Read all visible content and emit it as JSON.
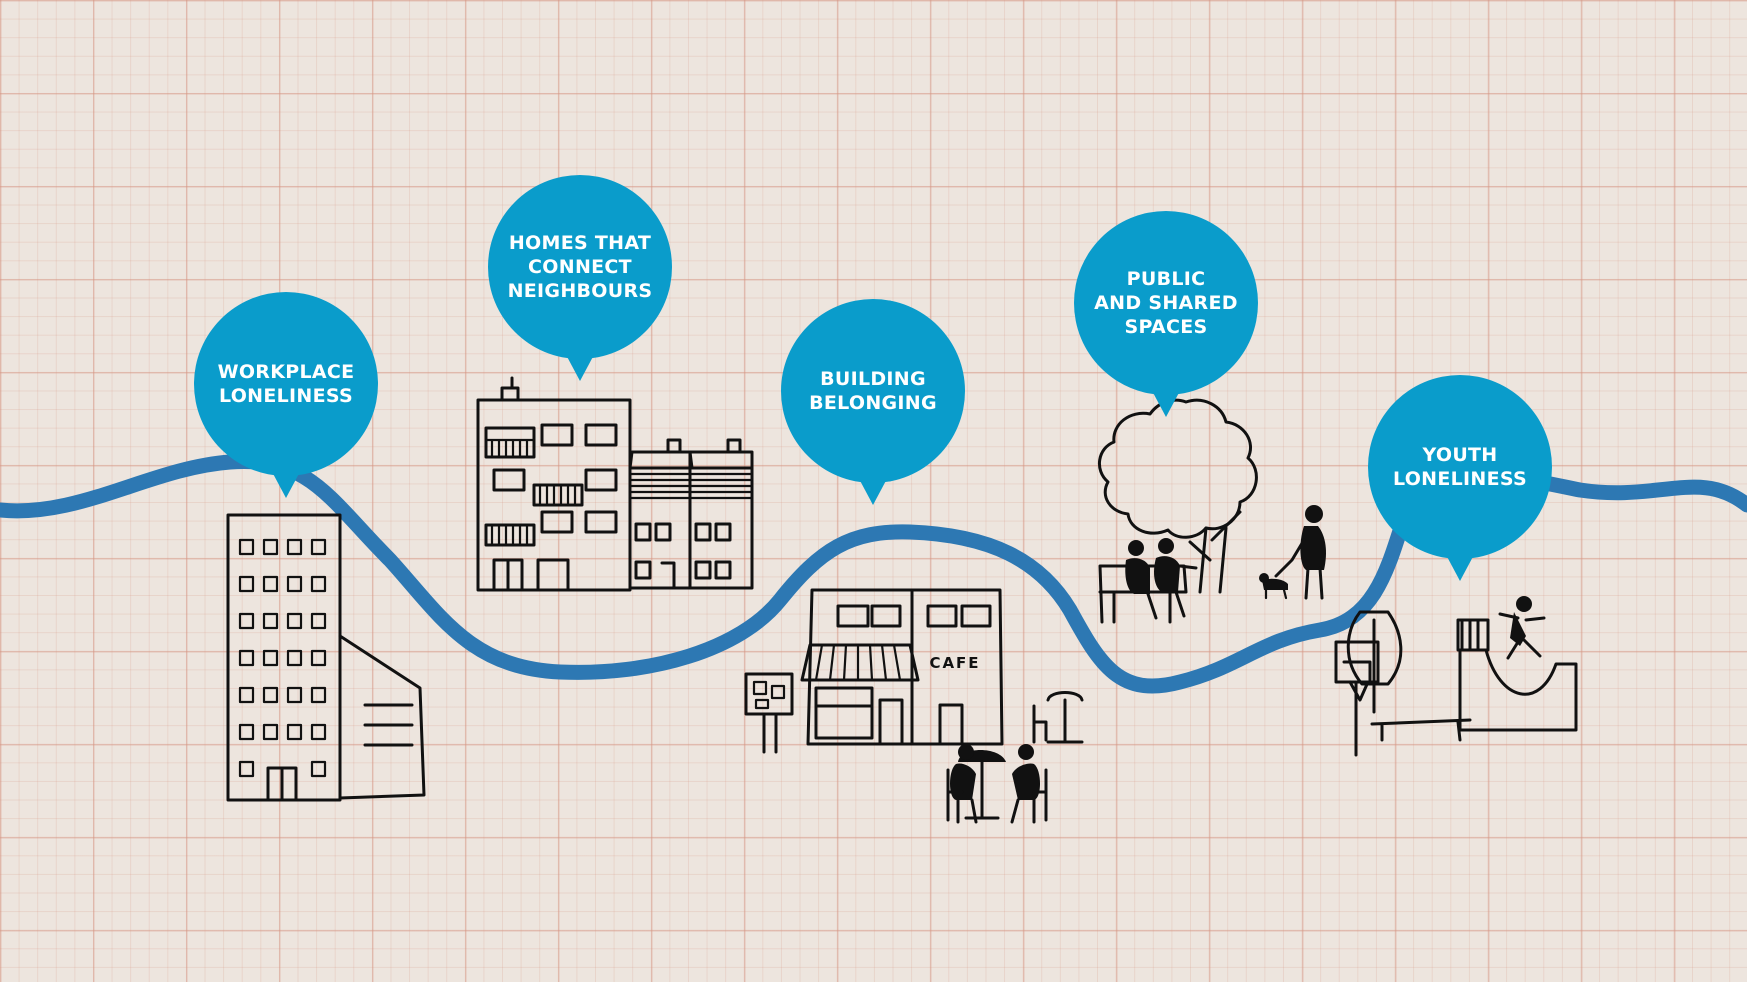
{
  "bubbles": [
    {
      "id": "workplace",
      "lines": [
        "WORKPLACE",
        "LONELINESS"
      ]
    },
    {
      "id": "homes",
      "lines": [
        "HOMES THAT",
        "CONNECT",
        "NEIGHBOURS"
      ]
    },
    {
      "id": "belonging",
      "lines": [
        "BUILDING",
        "BELONGING"
      ]
    },
    {
      "id": "public",
      "lines": [
        "PUBLIC",
        "AND SHARED",
        "SPACES"
      ]
    },
    {
      "id": "youth",
      "lines": [
        "YOUTH",
        "LONELINESS"
      ]
    }
  ],
  "cafe_sign": "CAFE",
  "colors": {
    "bubble": "#0a9ccb",
    "path": "#2d78b3",
    "ink": "#111111",
    "background": "#ede5de",
    "grid": "#d69684"
  }
}
